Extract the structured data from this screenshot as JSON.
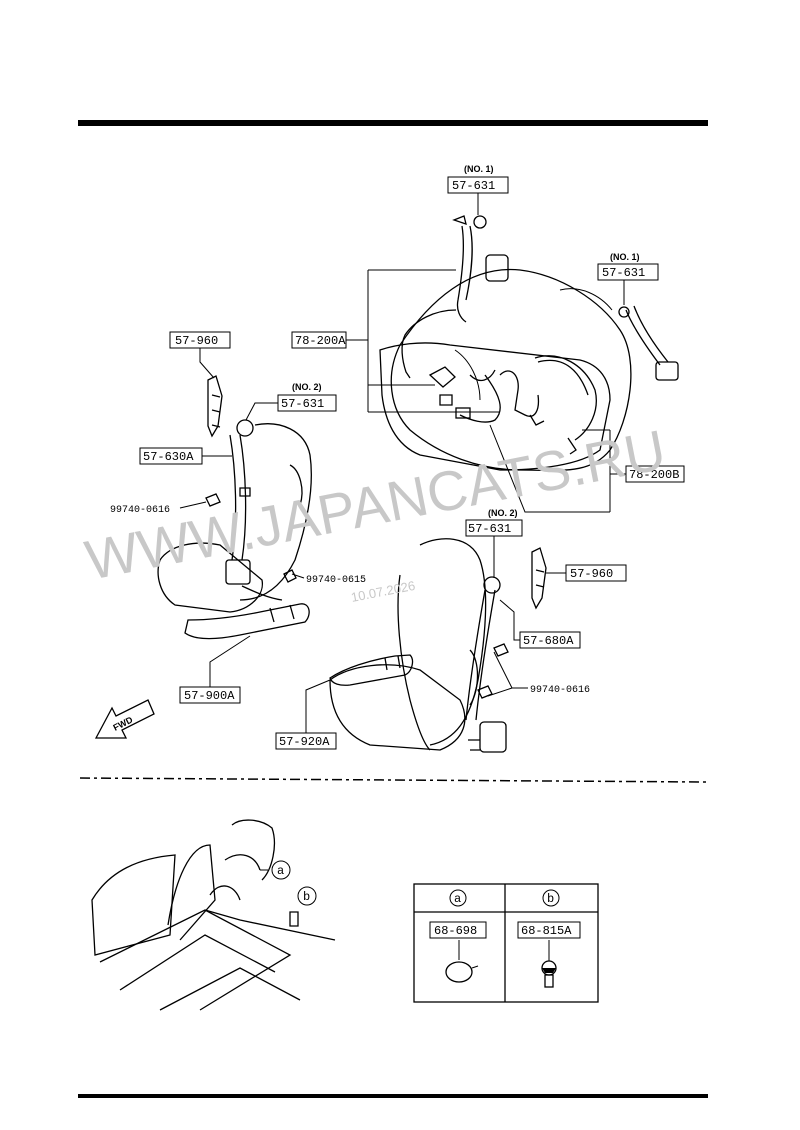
{
  "labels": {
    "no1_a": "(NO. 1)",
    "p_57631_a": "57-631",
    "no1_b": "(NO. 1)",
    "p_57631_b": "57-631",
    "p_78200A": "78-200A",
    "p_57960_a": "57-960",
    "no2_a": "(NO. 2)",
    "p_57631_c": "57-631",
    "p_57630A": "57-630A",
    "p_99740_a": "99740-0616",
    "p_99740_b": "99740-0615",
    "p_78200B": "78-200B",
    "no2_b": "(NO. 2)",
    "p_57631_d": "57-631",
    "p_57960_b": "57-960",
    "p_57680A": "57-680A",
    "p_99740_c": "99740-0616",
    "p_57900A": "57-900A",
    "p_57920A": "57-920A",
    "fwd": "FWD"
  },
  "inset": {
    "callout_a": "a",
    "callout_b": "b",
    "table": {
      "col_a_header": "a",
      "col_b_header": "b",
      "col_a_part": "68-698",
      "col_b_part": "68-815A"
    }
  },
  "watermark": {
    "site": "WWW.JAPANCATS.RU",
    "date": "10.07.2026"
  }
}
